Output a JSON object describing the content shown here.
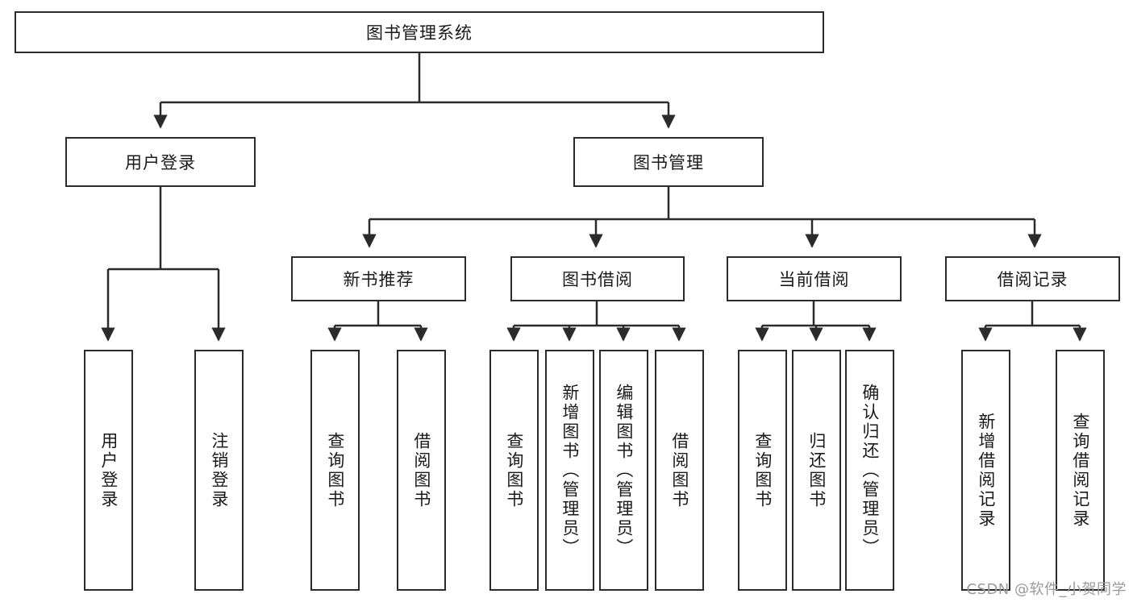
{
  "diagram": {
    "title": "图书管理系统",
    "type": "tree-hierarchy",
    "root": {
      "label": "图书管理系统"
    },
    "level2": [
      {
        "label": "用户登录"
      },
      {
        "label": "图书管理"
      }
    ],
    "level3": [
      {
        "label": "新书推荐"
      },
      {
        "label": "图书借阅"
      },
      {
        "label": "当前借阅"
      },
      {
        "label": "借阅记录"
      }
    ],
    "leaves": [
      {
        "label": "用户登录",
        "parent": "用户登录"
      },
      {
        "label": "注销登录",
        "parent": "用户登录"
      },
      {
        "label": "查询图书",
        "parent": "新书推荐"
      },
      {
        "label": "借阅图书",
        "parent": "新书推荐"
      },
      {
        "label": "查询图书",
        "parent": "图书借阅"
      },
      {
        "label": "新增图书（管理员）",
        "parent": "图书借阅"
      },
      {
        "label": "编辑图书（管理员）",
        "parent": "图书借阅"
      },
      {
        "label": "借阅图书",
        "parent": "图书借阅"
      },
      {
        "label": "查询图书",
        "parent": "当前借阅"
      },
      {
        "label": "归还图书",
        "parent": "当前借阅"
      },
      {
        "label": "确认归还（管理员）",
        "parent": "当前借阅"
      },
      {
        "label": "新增借阅记录",
        "parent": "借阅记录"
      },
      {
        "label": "查询借阅记录",
        "parent": "借阅记录"
      }
    ]
  },
  "watermark": {
    "text": "CSDN @软件_小贺同学"
  },
  "colors": {
    "stroke": "#2b2b2b",
    "fill": "#ffffff",
    "text": "#1a1a1a",
    "watermark": "#9a9a9a"
  }
}
